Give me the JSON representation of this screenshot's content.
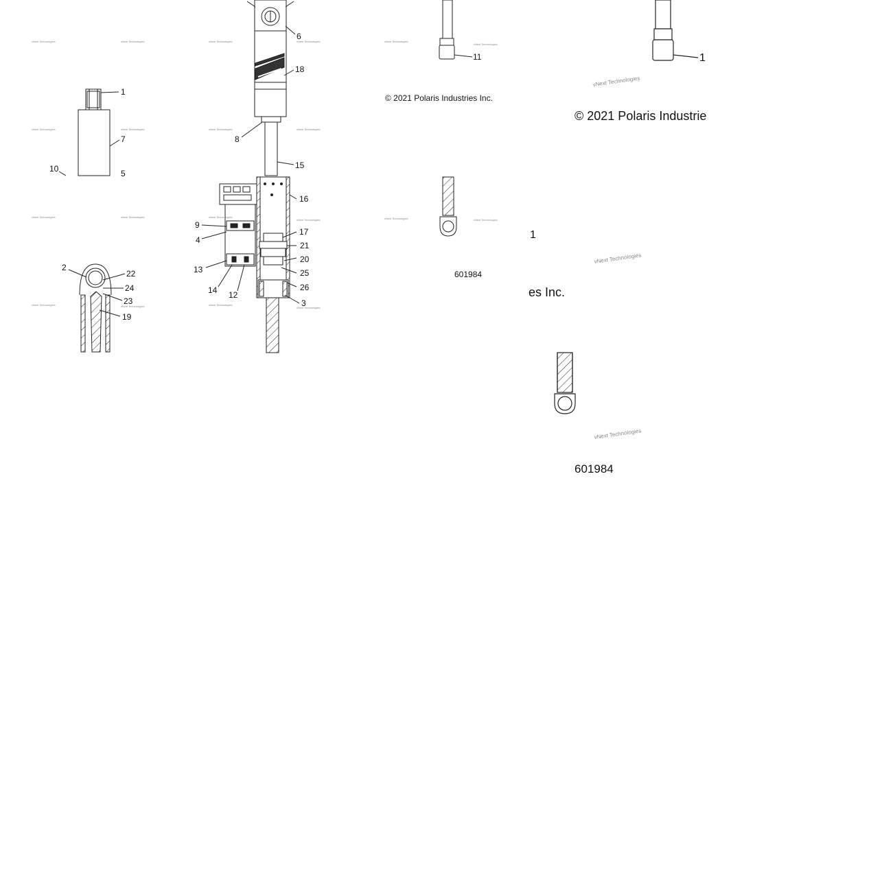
{
  "callouts": {
    "c1a": "1",
    "c7": "7",
    "c10": "10",
    "c5": "5",
    "c2": "2",
    "c22": "22",
    "c24": "24",
    "c23": "23",
    "c19": "19",
    "c6": "6",
    "c18": "18",
    "c8": "8",
    "c15": "15",
    "c16": "16",
    "c9": "9",
    "c4": "4",
    "c17": "17",
    "c21": "21",
    "c13": "13",
    "c20": "20",
    "c25": "25",
    "c14": "14",
    "c12": "12",
    "c26": "26",
    "c3": "3",
    "c11": "11",
    "c1b": "1",
    "c1c": "1"
  },
  "watermark": {
    "text": "vNext Technologies"
  },
  "copyright": {
    "small": "© 2021 Polaris Industries Inc.",
    "big_top": "© 2021 Polaris Industrie",
    "big_fragment": "es Inc."
  },
  "diagram_number": {
    "small": "601984",
    "big": "601984"
  }
}
